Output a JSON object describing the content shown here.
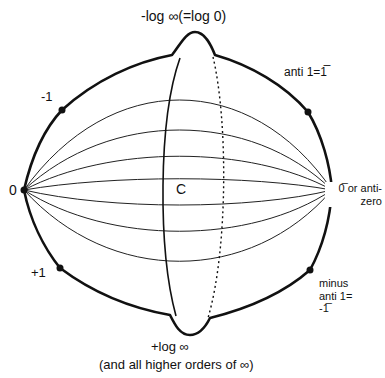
{
  "diagram": {
    "labels": [
      "-log ∞(=log 0)",
      "-1",
      "anti 1=1̅",
      "0",
      "C",
      "0̅ or anti-zero",
      "+1",
      "minus anti 1= -1̅",
      "+log ∞",
      "(and all higher orders of ∞)"
    ]
  }
}
